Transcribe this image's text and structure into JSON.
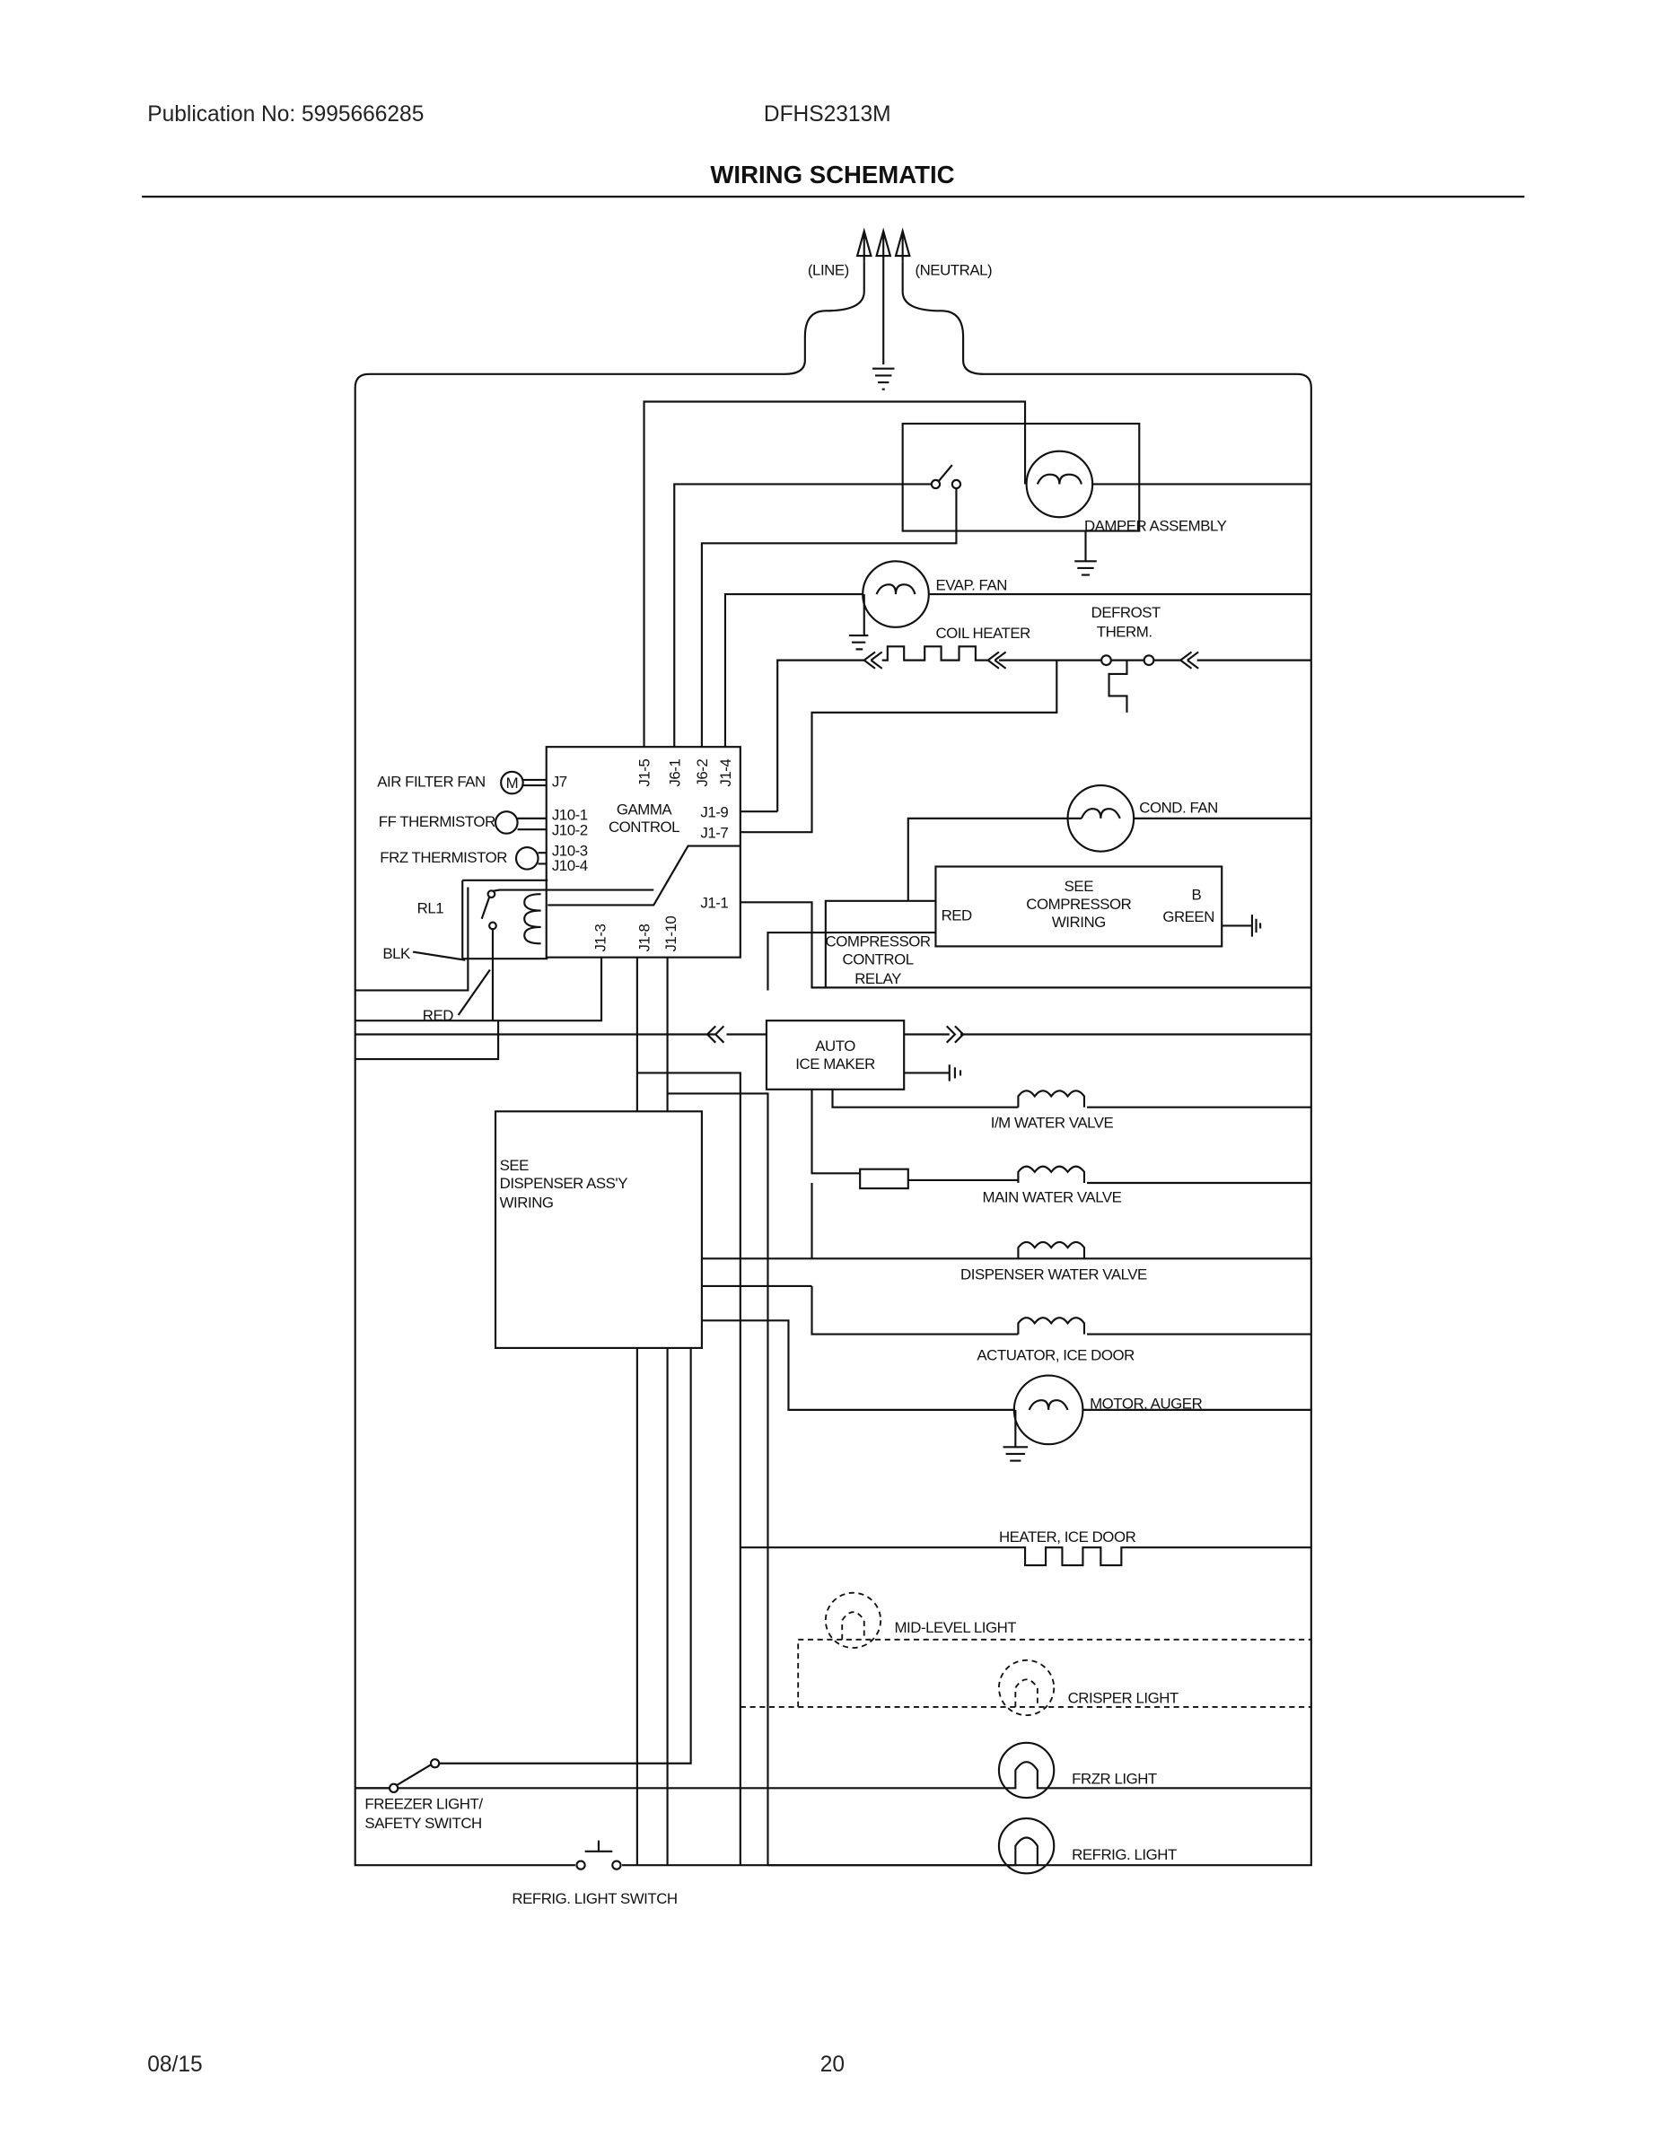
{
  "header": {
    "publication": "Publication No: 5995666285",
    "model": "DFHS2313M",
    "title": "WIRING SCHEMATIC"
  },
  "footer": {
    "date": "08/15",
    "page": "20"
  },
  "supply": {
    "line": "(LINE)",
    "neutral": "(NEUTRAL)"
  },
  "control": {
    "name1": "GAMMA",
    "name2": "CONTROL",
    "pins_top": [
      "J1-5",
      "J6-1",
      "J6-2",
      "J1-4"
    ],
    "pins_left": [
      "J7",
      "J10-1",
      "J10-2",
      "J10-3",
      "J10-4"
    ],
    "pins_right": [
      "J1-9",
      "J1-7",
      "J1-1"
    ],
    "pins_bottom": [
      "J1-3",
      "J1-8",
      "J1-10"
    ],
    "relay": "RL1",
    "blk": "BLK",
    "red": "RED"
  },
  "components": {
    "air_filter_fan": "AIR FILTER FAN",
    "motor_symbol": "M",
    "ff_thermistor": "FF THERMISTOR",
    "frz_thermistor": "FRZ THERMISTOR",
    "damper": "DAMPER ASSEMBLY",
    "evap_fan": "EVAP. FAN",
    "coil_heater": "COIL HEATER",
    "defrost_therm_1": "DEFROST",
    "defrost_therm_2": "THERM.",
    "cond_fan": "COND. FAN",
    "compressor_1": "SEE",
    "compressor_2": "COMPRESSOR",
    "compressor_3": "WIRING",
    "comp_red": "RED",
    "comp_b": "B",
    "comp_green": "GREEN",
    "relay_1": "COMPRESSOR",
    "relay_2": "CONTROL",
    "relay_3": "RELAY",
    "ice_maker_1": "AUTO",
    "ice_maker_2": "ICE MAKER",
    "im_valve": "I/M WATER VALVE",
    "main_valve": "MAIN WATER VALVE",
    "dispenser_valve": "DISPENSER WATER VALVE",
    "actuator": "ACTUATOR, ICE DOOR",
    "auger": "MOTOR, AUGER",
    "heater_door": "HEATER, ICE DOOR",
    "mid_light": "MID-LEVEL LIGHT",
    "crisper_light": "CRISPER LIGHT",
    "frzr_light": "FRZR LIGHT",
    "refrig_light": "REFRIG. LIGHT",
    "dispenser_1": "SEE",
    "dispenser_2": "DISPENSER ASS'Y",
    "dispenser_3": "WIRING",
    "freezer_switch_1": "FREEZER LIGHT/",
    "freezer_switch_2": "SAFETY SWITCH",
    "refrig_switch": "REFRIG. LIGHT SWITCH"
  }
}
